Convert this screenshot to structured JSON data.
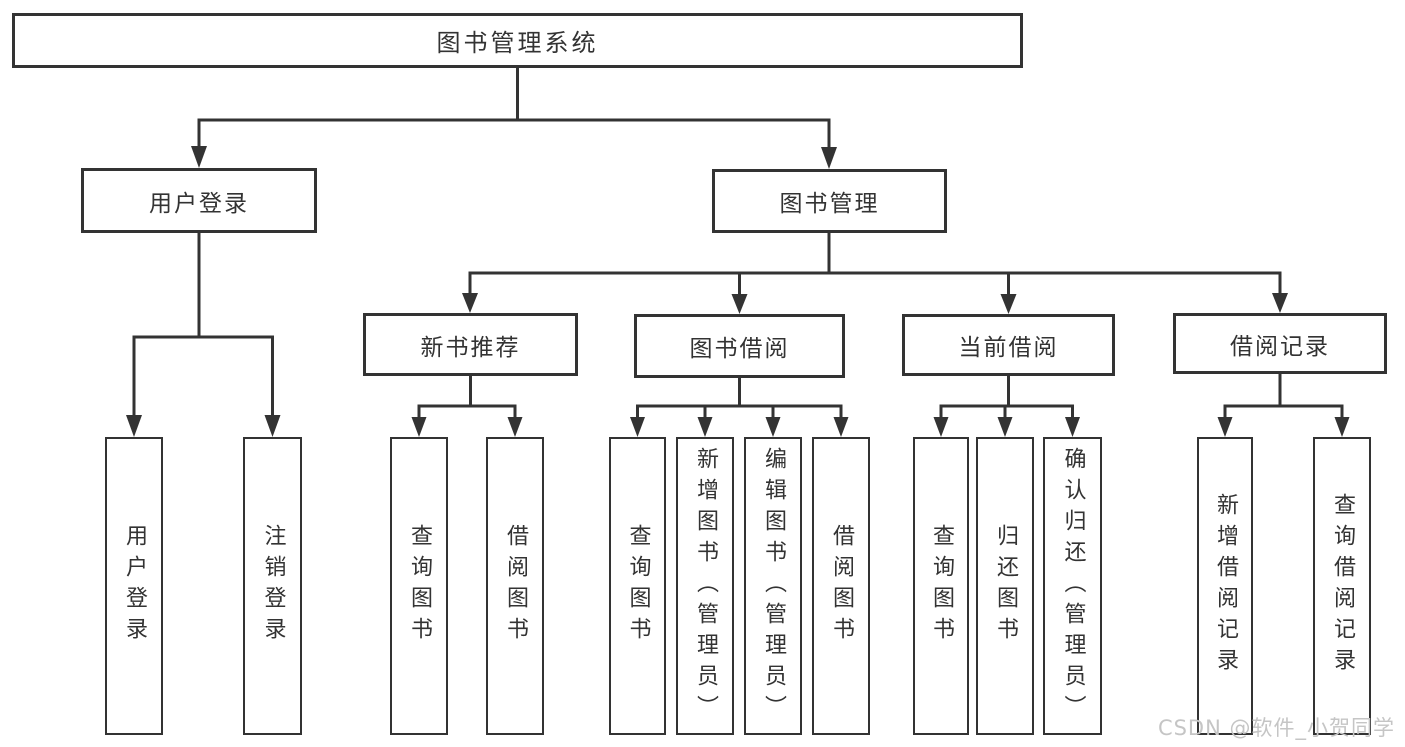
{
  "tree": {
    "root": {
      "label": "图书管理系统"
    },
    "branches": [
      {
        "label": "用户登录",
        "children": [
          {
            "label": "用户登录"
          },
          {
            "label": "注销登录"
          }
        ]
      },
      {
        "label": "图书管理",
        "children": [
          {
            "label": "新书推荐",
            "children": [
              {
                "label": "查询图书"
              },
              {
                "label": "借阅图书"
              }
            ]
          },
          {
            "label": "图书借阅",
            "children": [
              {
                "label": "查询图书"
              },
              {
                "label": "新增图书（管理员）"
              },
              {
                "label": "编辑图书（管理员）"
              },
              {
                "label": "借阅图书"
              }
            ]
          },
          {
            "label": "当前借阅",
            "children": [
              {
                "label": "查询图书"
              },
              {
                "label": "归还图书"
              },
              {
                "label": "确认归还（管理员）"
              }
            ]
          },
          {
            "label": "借阅记录",
            "children": [
              {
                "label": "新增借阅记录"
              },
              {
                "label": "查询借阅记录"
              }
            ]
          }
        ]
      }
    ]
  },
  "watermark": {
    "text": "CSDN @软件_小贺同学"
  },
  "colors": {
    "line": "#333333",
    "text": "#333333",
    "box_border": "#333333",
    "background": "#ffffff",
    "watermark": "#c5c5c5"
  }
}
